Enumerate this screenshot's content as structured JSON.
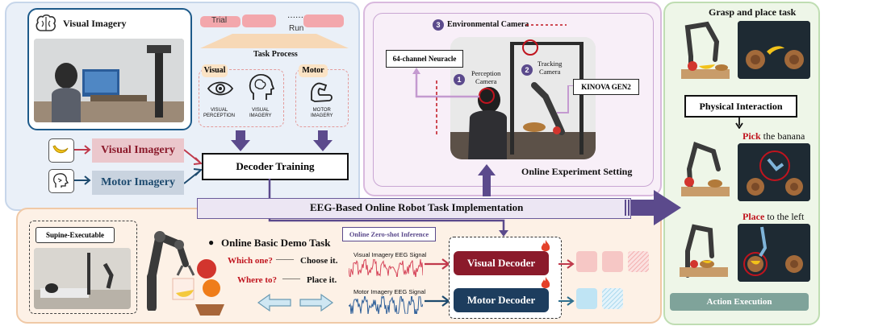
{
  "top_left": {
    "visual_imagery_title": "Visual Imagery",
    "trial_label": "Trial",
    "run_label": "Run",
    "run_dots": "……",
    "task_process_label": "Task Process",
    "visual_group_label": "Visual",
    "motor_group_label": "Motor",
    "visual_perception_label": "VISUAL\nPERCEPTION",
    "visual_imagery_small_label": "VISUAL\nIMAGERY",
    "motor_imagery_small_label": "MOTOR\nIMAGERY",
    "visual_imagery_box": "Visual Imagery",
    "motor_imagery_box": "Motor Imagery",
    "decoder_training": "Decoder Training"
  },
  "experiment": {
    "environmental_camera": "Environmental Camera",
    "neuracle": "64-channel Neuracle",
    "perception_camera": "Perception\nCamera",
    "tracking_camera": "Tracking\nCamera",
    "kinova": "KINOVA GEN2",
    "setting_title": "Online Experiment Setting",
    "badge_1": "1",
    "badge_2": "2",
    "badge_3": "3"
  },
  "banner": {
    "label": "EEG-Based Online Robot Task Implementation"
  },
  "bottom": {
    "supine_label": "Supine-Executable",
    "demo_title": "Online Basic Demo Task",
    "which_one": "Which one?",
    "choose_it": "Choose it.",
    "where_to": "Where to?",
    "place_it": "Place it.",
    "zero_shot": "Online Zero-shot Inference",
    "vi_signal": "Visual Imagery EEG Signal",
    "mi_signal": "Motor Imagery EEG Signal",
    "visual_decoder": "Visual Decoder",
    "motor_decoder": "Motor Decoder"
  },
  "right": {
    "grasp_title": "Grasp and place task",
    "physical_interaction": "Physical Interaction",
    "pick_word": "Pick",
    "pick_rest": " the banana",
    "place_word": "Place",
    "place_rest": " to the left",
    "action_execution": "Action Execution"
  },
  "colors": {
    "visual_accent": "#8b1a2b",
    "motor_accent": "#1d4a6e",
    "banner_fill": "#ece6f3",
    "top_panel_fill": "#eaf0f8",
    "bottom_panel_fill": "#fdf1e6",
    "right_panel_fill": "#eef6e8",
    "purple_arrow": "#5b4a8c"
  }
}
